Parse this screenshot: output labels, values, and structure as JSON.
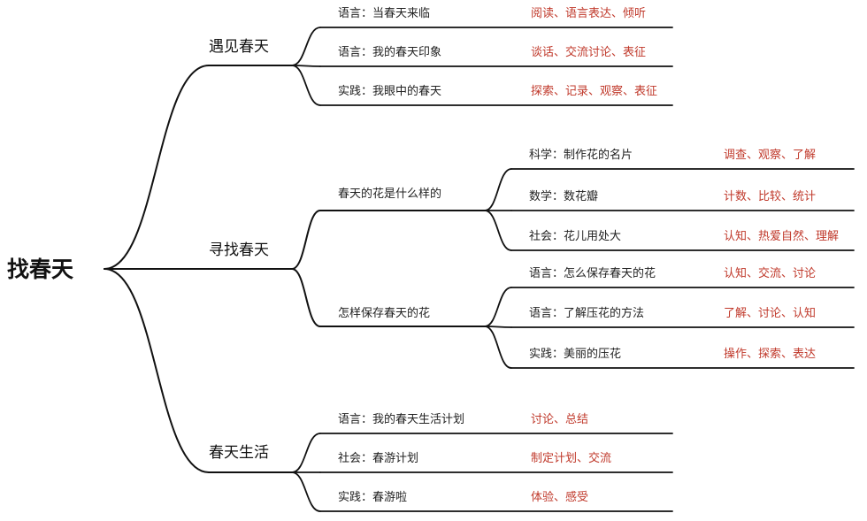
{
  "title": "找春天",
  "colors": {
    "line": "#111111",
    "text": "#222222",
    "tag": "#c0392b"
  },
  "branches": [
    {
      "label": "遇见春天",
      "children": [
        {
          "label": "语言：当春天来临",
          "tag": "阅读、语言表达、倾听"
        },
        {
          "label": "语言：我的春天印象",
          "tag": "谈话、交流讨论、表征"
        },
        {
          "label": "实践：我眼中的春天",
          "tag": "探索、记录、观察、表征"
        }
      ]
    },
    {
      "label": "寻找春天",
      "children": [
        {
          "label": "春天的花是什么样的",
          "children": [
            {
              "label": "科学：制作花的名片",
              "tag": "调查、观察、了解"
            },
            {
              "label": "数学：数花瓣",
              "tag": "计数、比较、统计"
            },
            {
              "label": "社会：花儿用处大",
              "tag": "认知、热爱自然、理解"
            }
          ]
        },
        {
          "label": "怎样保存春天的花",
          "children": [
            {
              "label": "语言：怎么保存春天的花",
              "tag": "认知、交流、讨论"
            },
            {
              "label": "语言：了解压花的方法",
              "tag": "了解、讨论、认知"
            },
            {
              "label": "实践：美丽的压花",
              "tag": "操作、探索、表达"
            }
          ]
        }
      ]
    },
    {
      "label": "春天生活",
      "children": [
        {
          "label": "语言：我的春天生活计划",
          "tag": "讨论、总结"
        },
        {
          "label": "社会：春游计划",
          "tag": "制定计划、交流"
        },
        {
          "label": "实践：春游啦",
          "tag": "体验、感受"
        }
      ]
    }
  ]
}
